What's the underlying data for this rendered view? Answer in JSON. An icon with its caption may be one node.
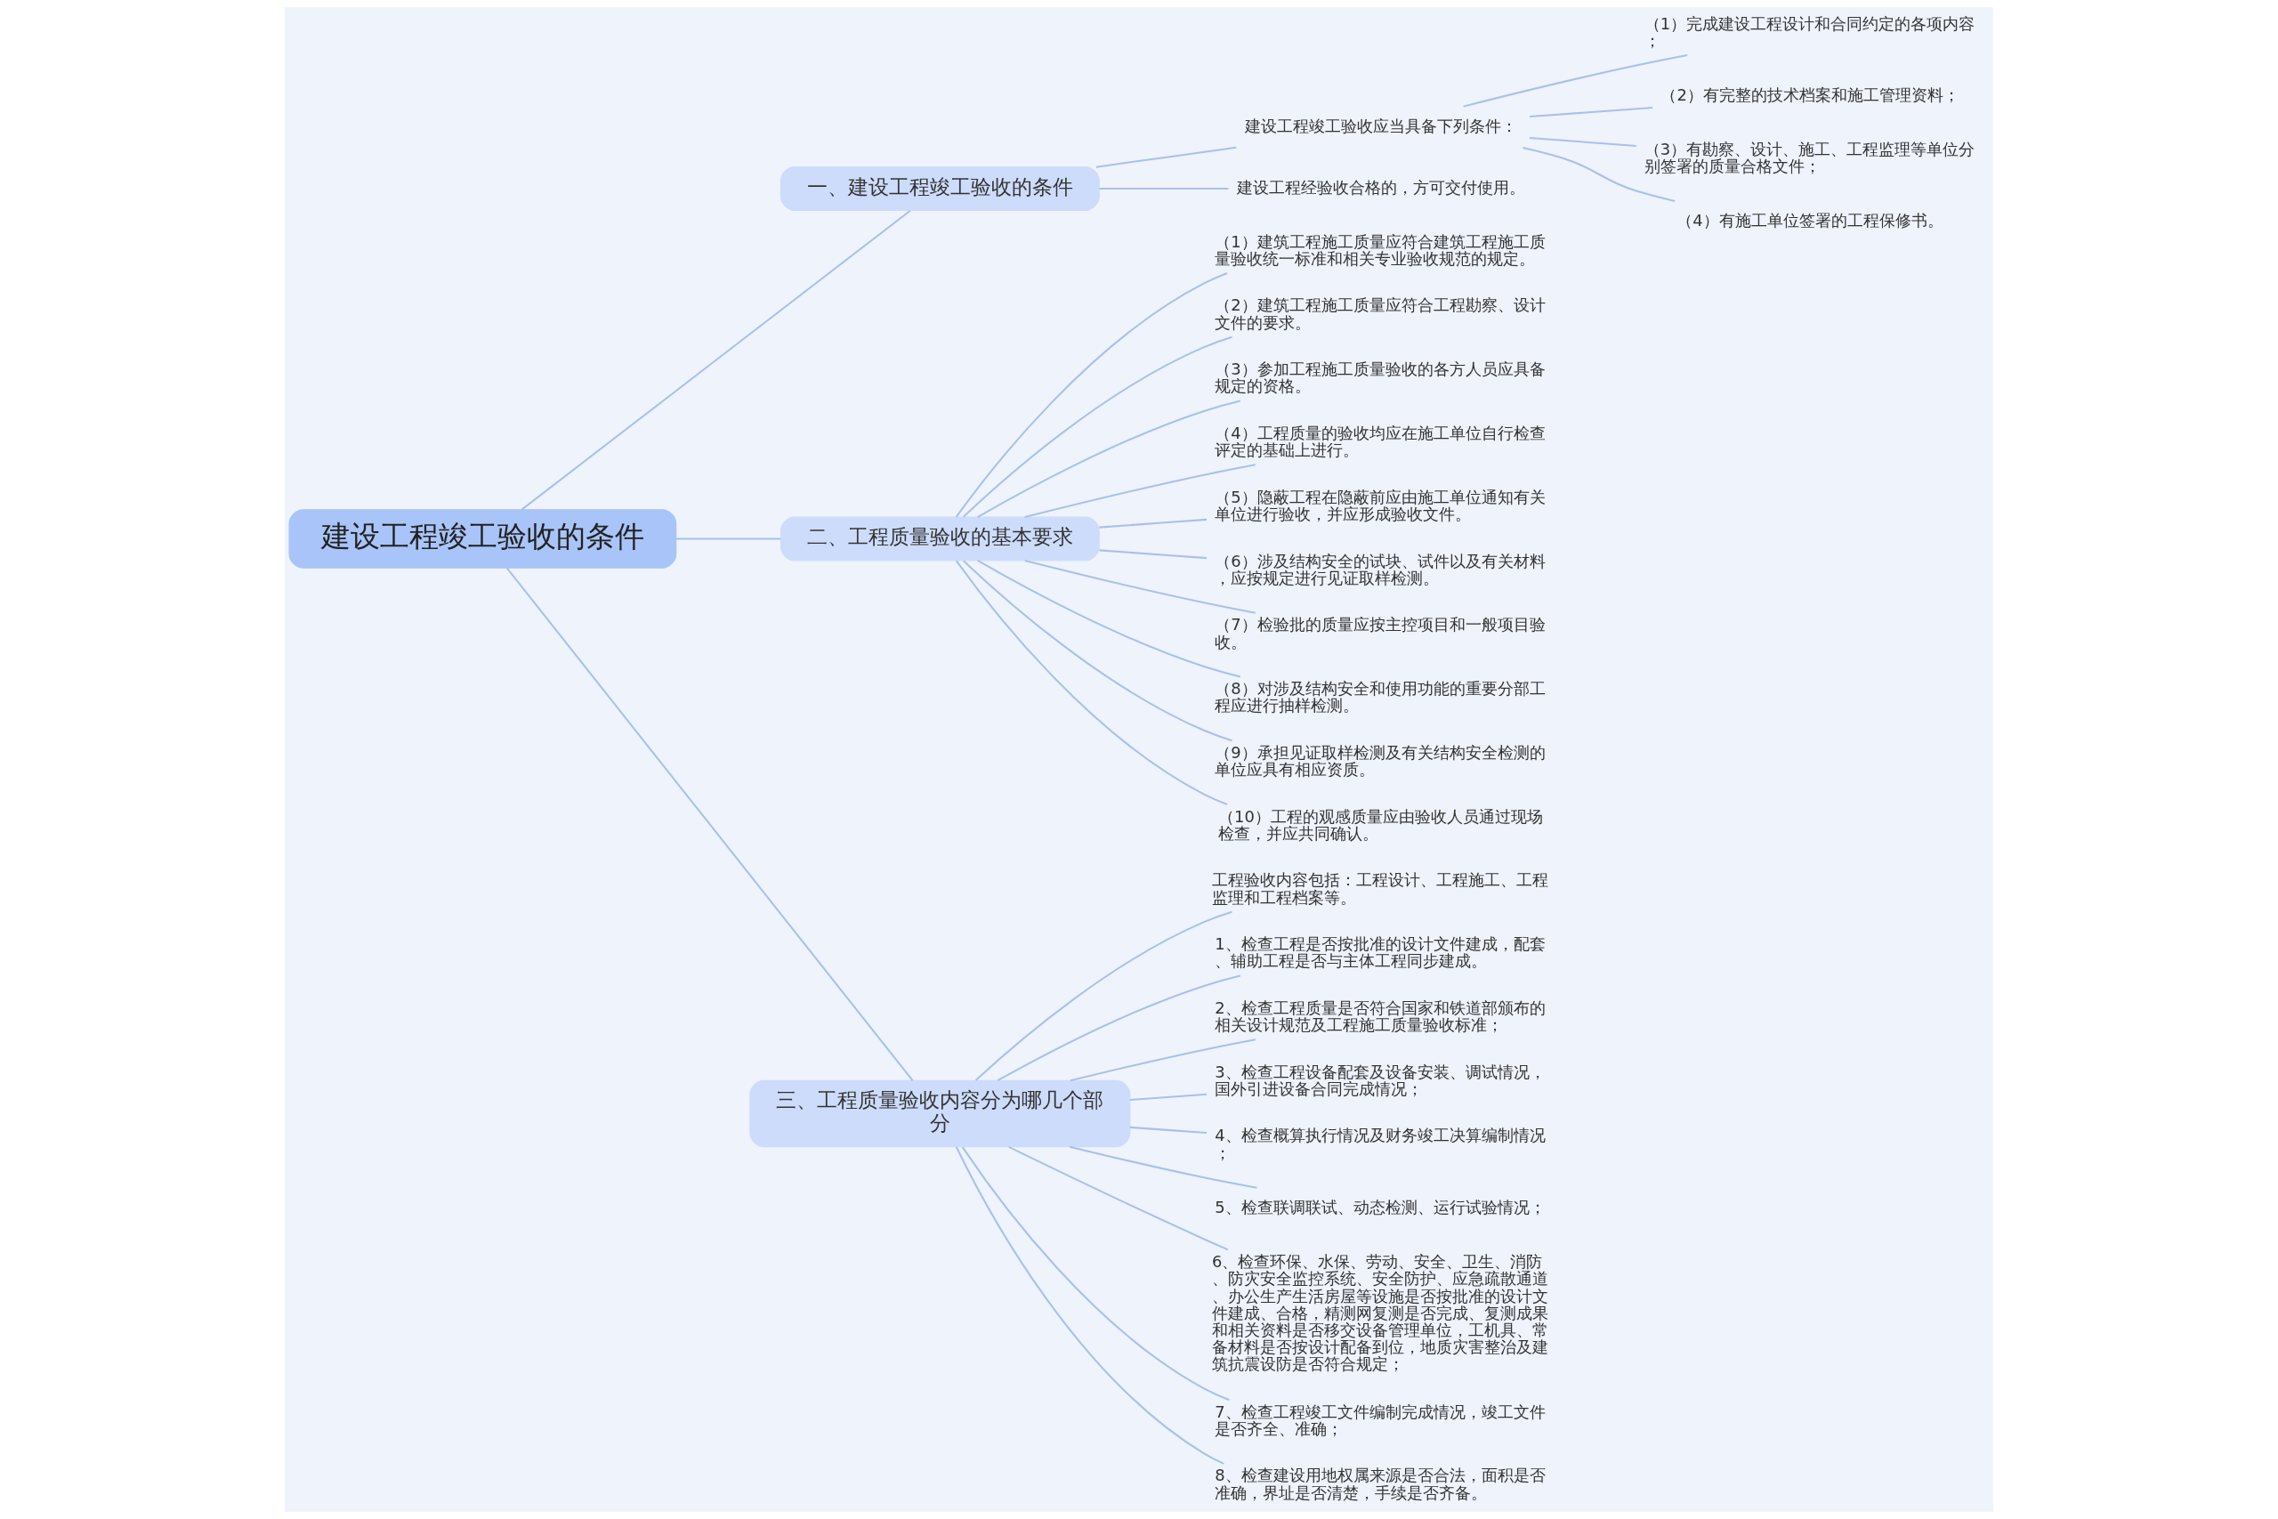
{
  "diagram": {
    "nodes": [
      {
        "text": [
          "建设工程竣工验收的条件"
        ]
      },
      {
        "text": [
          "一、建设工程竣工验收的条件"
        ]
      },
      {
        "text": [
          "建设工程竣工验收应当具备下列条件："
        ]
      },
      {
        "text": [
          "（1）完成建设工程设计和合同约定的各项内容；"
        ]
      },
      {
        "text": [
          "（2）有完整的技术档案和施工管理资料；"
        ]
      },
      {
        "text": [
          "（3）有勘察、设计、施工、工程监理等单位分别签署的质量合格文件；"
        ]
      },
      {
        "text": [
          "（4）有施工单位签署的工程保修书。"
        ]
      },
      {
        "text": [
          "建设工程经验收合格的，方可交付使用。"
        ]
      },
      {
        "text": [
          "二、工程质量验收的基本要求"
        ]
      },
      {
        "text": [
          "（1）建筑工程施工质量应符合建筑工程施工质量验收统一标准和相关专业验收规范的规定。"
        ]
      },
      {
        "text": [
          "（2）建筑工程施工质量应符合工程勘察、设计文件的要求。"
        ]
      },
      {
        "text": [
          "（3）参加工程施工质量验收的各方人员应具备规定的资格。"
        ]
      },
      {
        "text": [
          "（4）工程质量的验收均应在施工单位自行检查评定的基础上进行。"
        ]
      },
      {
        "text": [
          "（5）隐蔽工程在隐蔽前应由施工单位通知有关单位进行验收，并应形成验收文件。"
        ]
      },
      {
        "text": [
          "（6）涉及结构安全的试块、试件以及有关材料，应按规定进行见证取样检测。"
        ]
      },
      {
        "text": [
          "（7）检验批的质量应按主控项目和一般项目验收。"
        ]
      },
      {
        "text": [
          "（8）对涉及结构安全和使用功能的重要分部工程应进行抽样检测。"
        ]
      },
      {
        "text": [
          "（9）承担见证取样检测及有关结构安全检测的单位应具有相应资质。"
        ]
      },
      {
        "text": [
          "（10）工程的观感质量应由验收人员通过现场检查，并应共同确认。"
        ]
      },
      {
        "text": [
          "三、工程质量验收内容分为哪几个部分"
        ]
      },
      {
        "text": [
          "工程验收内容包括：工程设计、工程施工、工程监理和工程档案等。"
        ]
      },
      {
        "text": [
          "1、检查工程是否按批准的设计文件建成，配套、辅助工程是否与主体工程同步建成。"
        ]
      },
      {
        "text": [
          "2、检查工程质量是否符合国家和铁道部颁布的相关设计规范及工程施工质量验收标准；"
        ]
      },
      {
        "text": [
          "3、检查工程设备配套及设备安装、调试情况，国外引进设备合同完成情况；"
        ]
      },
      {
        "text": [
          "4、检查概算执行情况及财务竣工决算编制情况；"
        ]
      },
      {
        "text": [
          "5、检查联调联试、动态检测、运行试验情况；"
        ]
      },
      {
        "text": [
          "6、检查环保、水保、劳动、安全、卫生、消防、防灾安全监控系统、安全防护、应急疏散通道、办公生产生活房屋等设施是否按批准的设计文件建成、合格，精测网复测是否完成、复测成果和相关资料是否移交设备管理单位，工机具、常备材料是否按设计配备到位，地质灾害整治及建筑抗震设防是否符合规定；"
        ]
      },
      {
        "text": [
          "7、检查工程竣工文件编制完成情况，竣工文件是否齐全、准确；"
        ]
      },
      {
        "text": [
          "8、检查建设用地权属来源是否合法，面积是否准确，界址是否清楚，手续是否齐备。"
        ]
      }
    ],
    "edges": [
      {
        "from": 0,
        "to": 1,
        "arrow": "none"
      },
      {
        "from": 1,
        "to": 2,
        "arrow": "none"
      },
      {
        "from": 2,
        "to": 3,
        "arrow": "none"
      },
      {
        "from": 2,
        "to": 4,
        "arrow": "none"
      },
      {
        "from": 2,
        "to": 5,
        "arrow": "none"
      },
      {
        "from": 2,
        "to": 6,
        "arrow": "none"
      },
      {
        "from": 1,
        "to": 7,
        "arrow": "none"
      },
      {
        "from": 0,
        "to": 8,
        "arrow": "none"
      },
      {
        "from": 8,
        "to": 9,
        "arrow": "none"
      },
      {
        "from": 8,
        "to": 10,
        "arrow": "none"
      },
      {
        "from": 8,
        "to": 11,
        "arrow": "none"
      },
      {
        "from": 8,
        "to": 12,
        "arrow": "none"
      },
      {
        "from": 8,
        "to": 13,
        "arrow": "none"
      },
      {
        "from": 8,
        "to": 14,
        "arrow": "none"
      },
      {
        "from": 8,
        "to": 15,
        "arrow": "none"
      },
      {
        "from": 8,
        "to": 16,
        "arrow": "none"
      },
      {
        "from": 8,
        "to": 17,
        "arrow": "none"
      },
      {
        "from": 8,
        "to": 18,
        "arrow": "none"
      },
      {
        "from": 0,
        "to": 19,
        "arrow": "none"
      },
      {
        "from": 19,
        "to": 20,
        "arrow": "none"
      },
      {
        "from": 19,
        "to": 21,
        "arrow": "none"
      },
      {
        "from": 19,
        "to": 22,
        "arrow": "none"
      },
      {
        "from": 19,
        "to": 23,
        "arrow": "none"
      },
      {
        "from": 19,
        "to": 24,
        "arrow": "none"
      },
      {
        "from": 19,
        "to": 25,
        "arrow": "none"
      },
      {
        "from": 19,
        "to": 26,
        "arrow": "none"
      },
      {
        "from": 19,
        "to": 27,
        "arrow": "none"
      },
      {
        "from": 19,
        "to": 28,
        "arrow": "none"
      }
    ]
  }
}
